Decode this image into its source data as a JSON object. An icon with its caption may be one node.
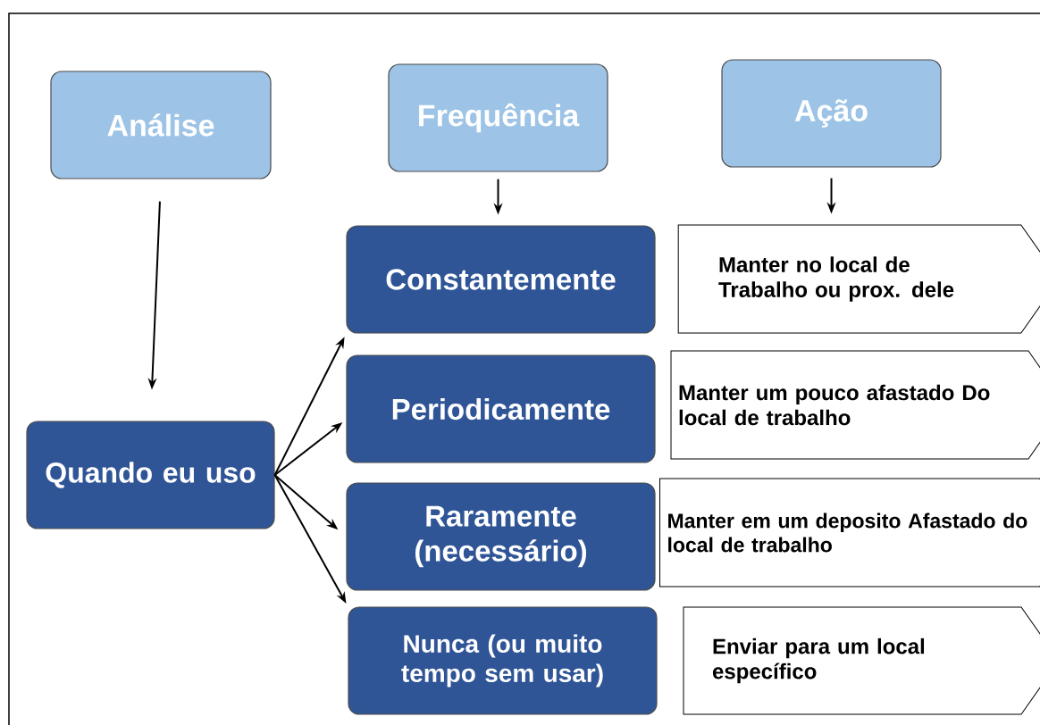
{
  "diagram": {
    "nodes": [
      {
        "text": [
          "Análise"
        ]
      },
      {
        "text": [
          "Frequência"
        ]
      },
      {
        "text": [
          "Ação"
        ]
      },
      {
        "text": [
          "Quando eu uso"
        ]
      },
      {
        "text": [
          "Constantemente"
        ]
      },
      {
        "text": [
          "Periodicamente"
        ]
      },
      {
        "text": [
          "Raramente (necessário)"
        ]
      },
      {
        "text": [
          "Nunca (ou muito tempo sem usar)"
        ]
      },
      {
        "text": [
          "Manter no local de Trabalho ou prox. dele"
        ]
      },
      {
        "text": [
          "Manter um pouco afastado Do local de trabalho"
        ]
      },
      {
        "text": [
          "Manter em um deposito Afastado do local de trabalho"
        ]
      },
      {
        "text": [
          "Enviar para um local específico"
        ]
      }
    ],
    "edges": [
      {
        "from": 0,
        "to": 3,
        "arrow": "to"
      },
      {
        "from": 1,
        "to": 4,
        "arrow": "to"
      },
      {
        "from": 2,
        "to": 8,
        "arrow": "to"
      },
      {
        "from": 3,
        "to": 4,
        "arrow": "to"
      },
      {
        "from": 3,
        "to": 5,
        "arrow": "to"
      },
      {
        "from": 3,
        "to": 6,
        "arrow": "to"
      },
      {
        "from": 3,
        "to": 7,
        "arrow": "to"
      }
    ]
  }
}
